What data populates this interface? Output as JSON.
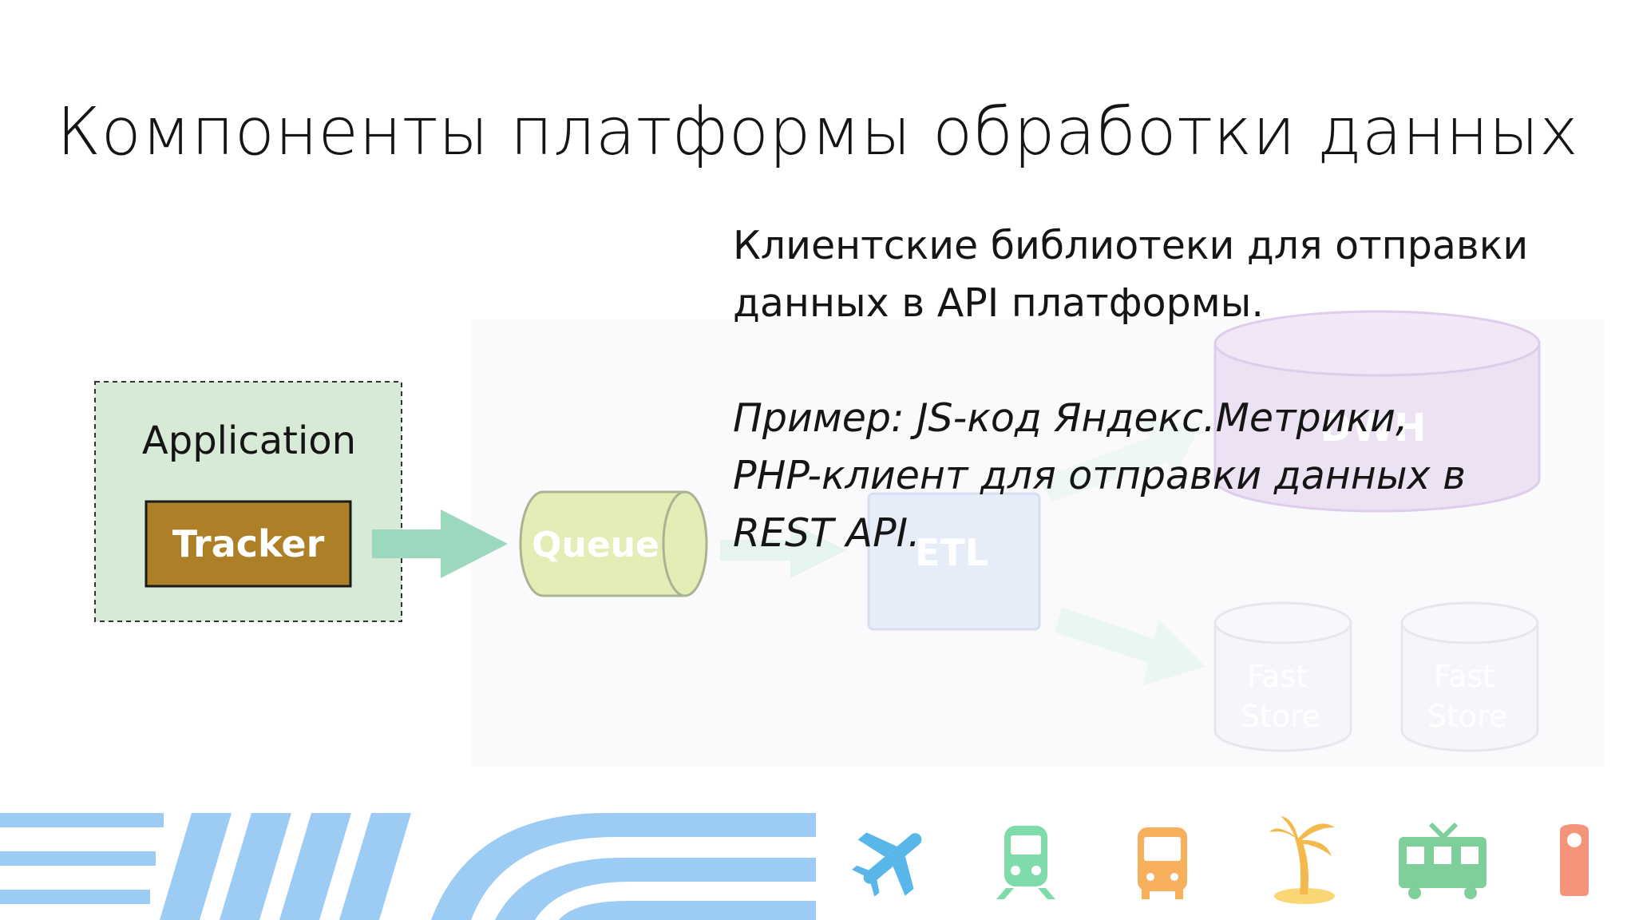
{
  "slide": {
    "title": "Компоненты платформы обработки данных"
  },
  "description": {
    "paragraph1": [
      "Клиентские библиотеки для отправки",
      "данных в API платформы."
    ],
    "paragraph2": [
      "Пример: JS-код Яндекс.Метрики,",
      "PHP-клиент для отправки данных в",
      "REST API."
    ]
  },
  "diagram": {
    "application_label": "Application",
    "tracker_label": "Tracker",
    "queue_label": "Queue",
    "etl_label": "ETL",
    "dwh_label": "DWH",
    "fast_store_1_label": [
      "Fast",
      "Store"
    ],
    "fast_store_2_label": [
      "Fast",
      "Store"
    ]
  },
  "colors": {
    "application_fill": "#d6ead6",
    "tracker_fill": "#ad7f27",
    "queue_fill": "#e4edb6",
    "arrow": "#9bd8bd",
    "footer_blue": "#9ccbf3",
    "faded_purple": "#ece0f4",
    "faded_blue": "#e4eaf8",
    "faded_gray": "#f5f6fa"
  },
  "footer_icons": [
    "airplane-icon",
    "train-icon",
    "bus-icon",
    "palm-tree-icon",
    "tram-icon",
    "hotel-tag-icon"
  ]
}
